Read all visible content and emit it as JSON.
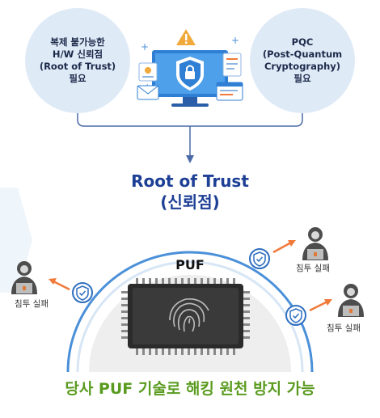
{
  "top_left_bubble": "복제 불가능한\nH/W 신뢰점\n(Root of Trust)\n필요",
  "top_right_bubble": "PQC\n(Post-Quantum\nCryptography)\n필요",
  "root_title_line1": "Root of Trust",
  "root_title_line2": "(신뢰점)",
  "puf_label": "PUF",
  "fail_left": "침투 실패",
  "fail_right_top": "침투 실패",
  "fail_right_bottom": "침투 실패",
  "bottom_caption": "당사 PUF 기술로 해킹 원천 방지 가능",
  "colors": {
    "bubble": "#dfeaf7",
    "title_blue": "#1d3f95",
    "arc_blue": "#4a90d9",
    "arrow_orange": "#f07a3a",
    "caption_green": "#5a9b1f"
  }
}
